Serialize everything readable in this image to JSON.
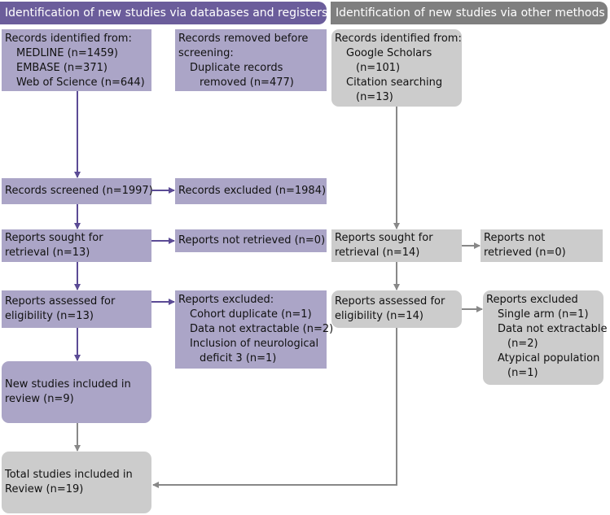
{
  "headers": {
    "left": "Identification of new studies via databases and registers",
    "right": "Identification of new studies via other methods"
  },
  "boxes": {
    "records_identified_db": {
      "title": "Records identified from:",
      "items": [
        "MEDLINE (n=1459)",
        "EMBASE (n=371)",
        "Web of Science (n=644)"
      ]
    },
    "records_removed": {
      "title1": "Records removed before",
      "title2": "screening:",
      "item1": "Duplicate records",
      "item2": "removed (n=477)"
    },
    "records_identified_other": {
      "title": "Records identified from:",
      "item1": "Google Scholars",
      "item1b": "(n=101)",
      "item2": "Citation searching",
      "item2b": "(n=13)"
    },
    "records_screened": "Records screened (n=1997)",
    "records_excluded": "Records excluded (n=1984)",
    "reports_sought_db": {
      "line1": "Reports sought for",
      "line2": "retrieval (n=13)"
    },
    "reports_not_retrieved_db": "Reports not retrieved (n=0)",
    "reports_sought_other": {
      "line1": "Reports sought for",
      "line2": "retrieval (n=14)"
    },
    "reports_not_retrieved_other": {
      "line1": "Reports not",
      "line2": "retrieved (n=0)"
    },
    "reports_assessed_db": {
      "line1": "Reports assessed for",
      "line2": "eligibility (n=13)"
    },
    "reports_excluded_db": {
      "title": "Reports excluded:",
      "items": [
        "Cohort duplicate (n=1)",
        "Data not extractable (n=2)",
        "Inclusion of neurological"
      ],
      "item3b": "deficit 3 (n=1)"
    },
    "reports_assessed_other": {
      "line1": "Reports assessed for",
      "line2": "eligibility (n=14)"
    },
    "reports_excluded_other": {
      "title": "Reports excluded",
      "item1": "Single arm (n=1)",
      "item2": "Data not extractable",
      "item2b": "(n=2)",
      "item3": "Atypical population",
      "item3b": "(n=1)"
    },
    "new_studies": {
      "line1": "New studies included in",
      "line2": "review (n=9)"
    },
    "total_studies": {
      "line1": "Total studies included in",
      "line2": "Review (n=19)"
    }
  },
  "colors": {
    "purple_header": "#6b5d9b",
    "purple_box": "#aba5c7",
    "purple_arrow": "#5b4b95",
    "grey_header": "#7f7f7f",
    "grey_box": "#cccccc",
    "grey_arrow": "#888888"
  }
}
